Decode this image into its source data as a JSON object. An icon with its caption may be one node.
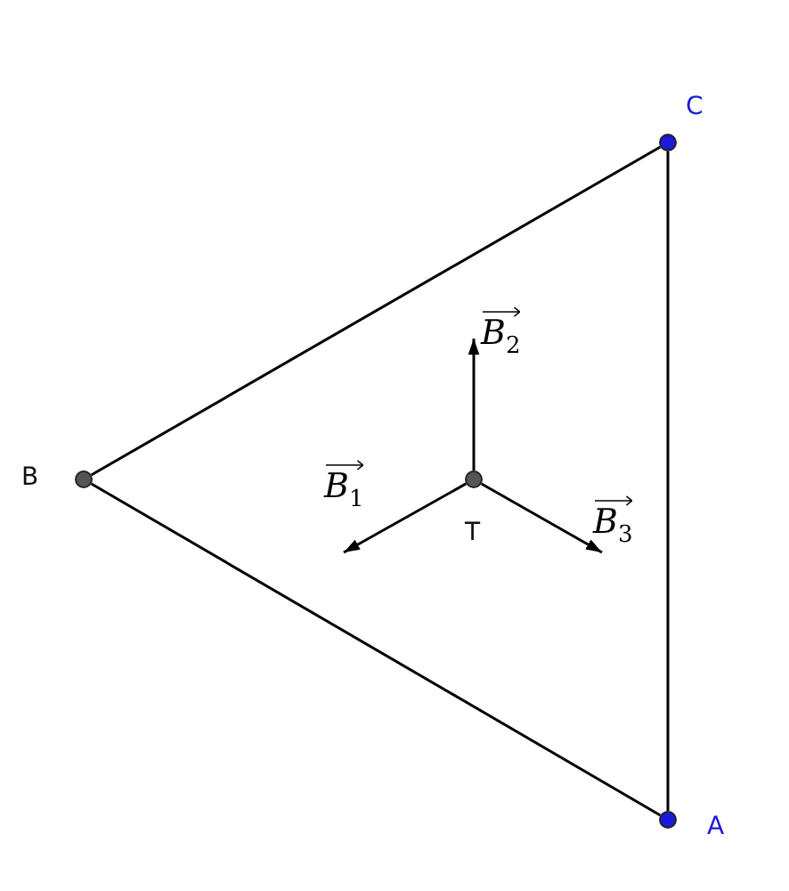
{
  "diagram": {
    "nodes": [
      {
        "text": [],
        "shape": "circle",
        "beside": [
          "C"
        ]
      },
      {
        "text": [],
        "shape": "circle",
        "beside": [
          "B"
        ]
      },
      {
        "text": [],
        "shape": "circle",
        "beside": [
          "T"
        ]
      },
      {
        "text": [],
        "shape": "circle",
        "beside": [
          "A"
        ]
      }
    ],
    "edges": [
      {
        "from": 1,
        "to": 0,
        "arrow": "none"
      },
      {
        "from": 0,
        "to": 3,
        "arrow": "none"
      },
      {
        "from": 3,
        "to": 1,
        "arrow": "none"
      }
    ],
    "labels": [
      "B$_{2}$",
      "B$_{1}$",
      "B$_{3}$"
    ]
  }
}
